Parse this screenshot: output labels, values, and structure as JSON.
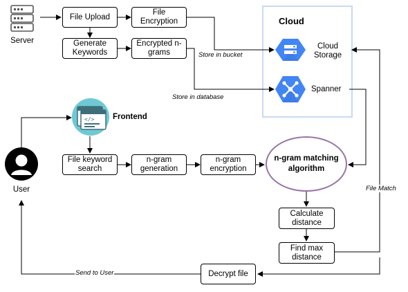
{
  "server": {
    "label": "Server"
  },
  "user": {
    "label": "User"
  },
  "frontend": {
    "label": "Frontend"
  },
  "cloud": {
    "title": "Cloud",
    "storage_label": "Cloud Storage",
    "spanner_label": "Spanner"
  },
  "boxes": {
    "file_upload": "File Upload",
    "file_encryption": "File Encryption",
    "generate_keywords": "Generate Keywords",
    "encrypted_ngrams": "Encrypted n-grams",
    "file_keyword_search": "File keyword search",
    "ngram_generation": "n-gram generation",
    "ngram_encryption": "n-gram encryption",
    "calculate_distance": "Calculate distance",
    "find_max_distance": "Find max distance",
    "decrypt_file": "Decrypt file"
  },
  "algorithm": {
    "label": "n-gram matching algorithm"
  },
  "edge_labels": {
    "store_in_bucket": "Store in bucket",
    "store_in_database": "Store in database",
    "file_match": "File Match",
    "send_to_user": "Send to User"
  },
  "colors": {
    "google_blue": "#4285f4",
    "ellipse_border": "#9673a6",
    "cloud_border": "#c7d9f2",
    "frontend_teal": "#6ec9d5"
  },
  "icons": [
    "server-icon",
    "user-avatar-icon",
    "frontend-browser-icon",
    "cloud-storage-icon",
    "spanner-icon"
  ]
}
